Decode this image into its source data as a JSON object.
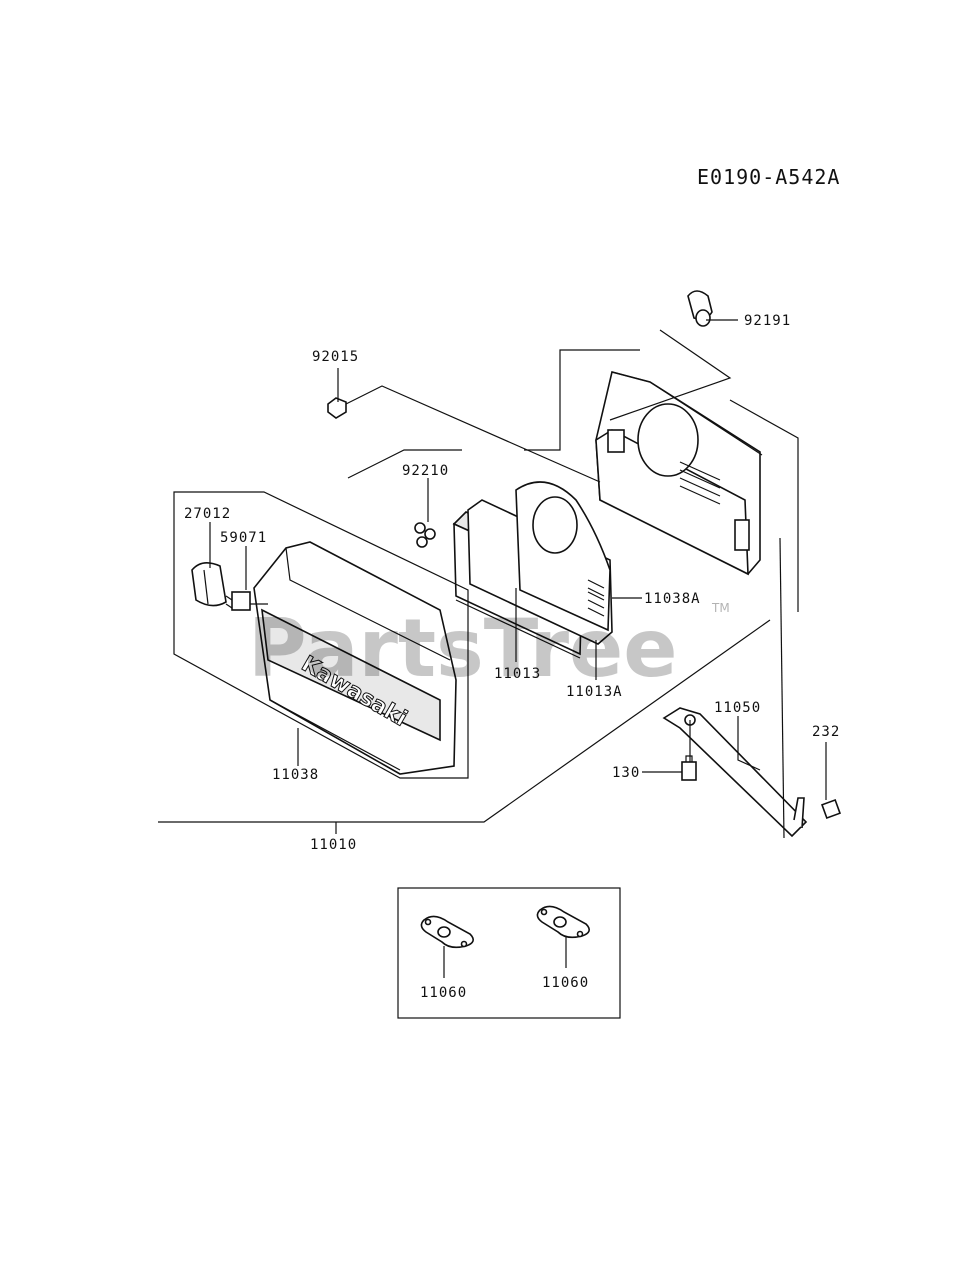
{
  "diagram_code": "E0190-A542A",
  "watermark": {
    "text": "PartsTree",
    "tm": "TM"
  },
  "brand_on_cover": "Kawasaki",
  "callouts": {
    "p92191": "92191",
    "p92015": "92015",
    "p92210": "92210",
    "p27012": "27012",
    "p59071": "59071",
    "p11038A": "11038A",
    "p11013": "11013",
    "p11013A": "11013A",
    "p11050": "11050",
    "p232": "232",
    "p130": "130",
    "p11038": "11038",
    "p11010": "11010",
    "p11060a": "11060",
    "p11060b": "11060"
  }
}
